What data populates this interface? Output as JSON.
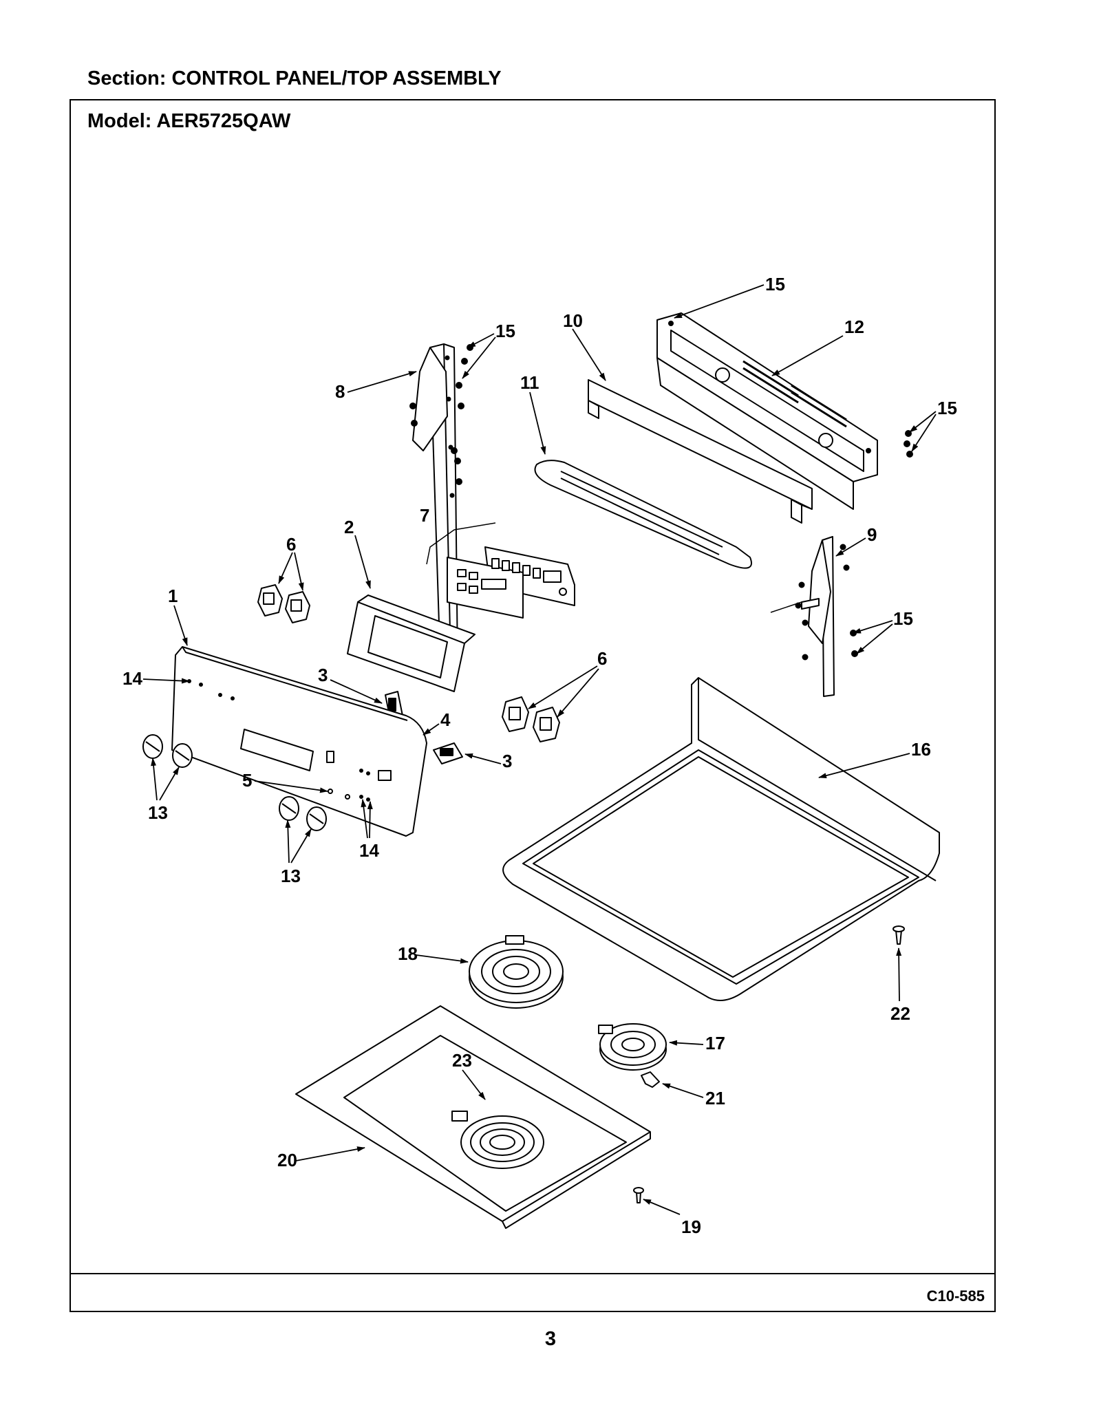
{
  "header": {
    "section": "Section:  CONTROL PANEL/TOP ASSEMBLY"
  },
  "frame": {
    "model": "Model:  AER5725QAW",
    "drawing_code": "C10-585"
  },
  "page": {
    "number": "3"
  },
  "diagram": {
    "callouts": [
      {
        "id": "c15a",
        "text": "15"
      },
      {
        "id": "c10",
        "text": "10"
      },
      {
        "id": "c12",
        "text": "12"
      },
      {
        "id": "c15b",
        "text": "15"
      },
      {
        "id": "c11",
        "text": "11"
      },
      {
        "id": "c8",
        "text": "8"
      },
      {
        "id": "c15c",
        "text": "15"
      },
      {
        "id": "c2",
        "text": "2"
      },
      {
        "id": "c7",
        "text": "7"
      },
      {
        "id": "c6a",
        "text": "6"
      },
      {
        "id": "c9",
        "text": "9"
      },
      {
        "id": "c1",
        "text": "1"
      },
      {
        "id": "c15d",
        "text": "15"
      },
      {
        "id": "c3a",
        "text": "3"
      },
      {
        "id": "c6b",
        "text": "6"
      },
      {
        "id": "c14a",
        "text": "14"
      },
      {
        "id": "c4",
        "text": "4"
      },
      {
        "id": "c3b",
        "text": "3"
      },
      {
        "id": "c16",
        "text": "16"
      },
      {
        "id": "c5",
        "text": "5"
      },
      {
        "id": "c13a",
        "text": "13"
      },
      {
        "id": "c14b",
        "text": "14"
      },
      {
        "id": "c13b",
        "text": "13"
      },
      {
        "id": "c18",
        "text": "18"
      },
      {
        "id": "c22",
        "text": "22"
      },
      {
        "id": "c17",
        "text": "17"
      },
      {
        "id": "c23",
        "text": "23"
      },
      {
        "id": "c21",
        "text": "21"
      },
      {
        "id": "c20",
        "text": "20"
      },
      {
        "id": "c19",
        "text": "19"
      }
    ]
  }
}
